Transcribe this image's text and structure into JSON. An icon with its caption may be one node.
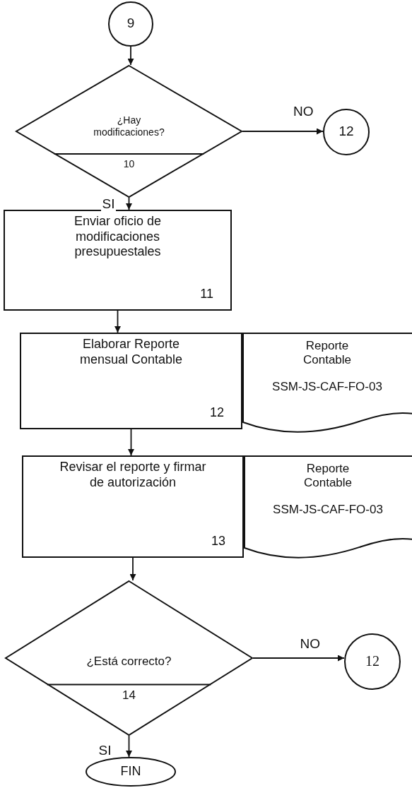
{
  "diagram": {
    "nodes": [
      {
        "text": [
          "9"
        ]
      },
      {
        "text": [
          "¿Hay modificaciones?",
          "10"
        ]
      },
      {
        "text": [
          "12"
        ]
      },
      {
        "text": [
          "Enviar oficio de modificaciones presupuestales",
          "11"
        ]
      },
      {
        "text": [
          "Elaborar Reporte mensual Contable",
          "12"
        ]
      },
      {
        "text": [
          "Reporte Contable",
          "SSM-JS-CAF-FO-03"
        ]
      },
      {
        "text": [
          "Revisar el reporte y firmar de autorización",
          "13"
        ]
      },
      {
        "text": [
          "Reporte Contable",
          "SSM-JS-CAF-FO-03"
        ]
      },
      {
        "text": [
          "¿Está correcto?",
          "14"
        ]
      },
      {
        "text": [
          "12"
        ]
      },
      {
        "text": [
          "FIN"
        ]
      }
    ],
    "edges": [
      {
        "from": 0,
        "to": 1,
        "arrow": "to"
      },
      {
        "from": 1,
        "to": 2,
        "arrow": "to",
        "label": "NO"
      },
      {
        "from": 1,
        "to": 3,
        "arrow": "to",
        "label": "SI"
      },
      {
        "from": 3,
        "to": 4,
        "arrow": "to"
      },
      {
        "from": 4,
        "to": 6,
        "arrow": "to"
      },
      {
        "from": 6,
        "to": 8,
        "arrow": "to"
      },
      {
        "from": 8,
        "to": 9,
        "arrow": "to",
        "label": "NO"
      },
      {
        "from": 8,
        "to": 10,
        "arrow": "to",
        "label": "SI"
      }
    ]
  }
}
